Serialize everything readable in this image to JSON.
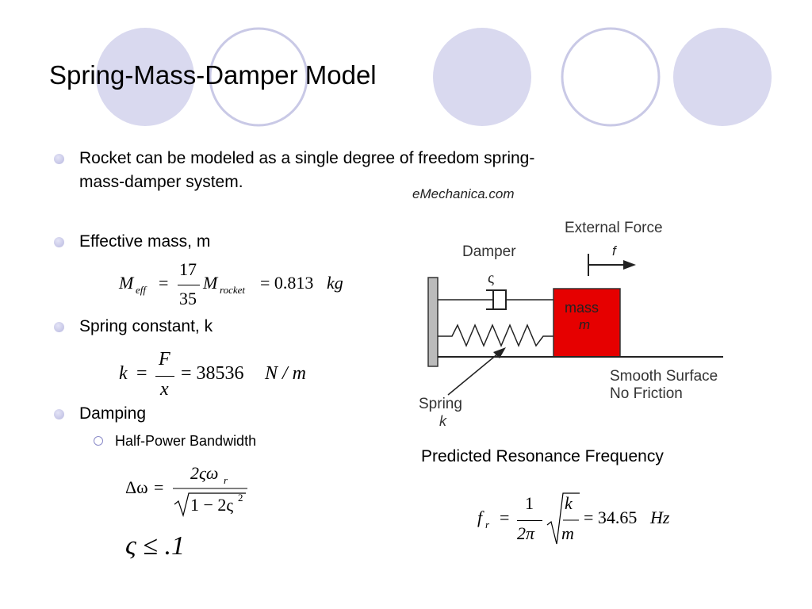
{
  "slide": {
    "title": "Spring-Mass-Damper Model",
    "bullets": [
      "Rocket can be modeled as a single degree of freedom spring-",
      "mass-damper system.",
      "Effective mass, m",
      "Spring constant, k",
      "Damping"
    ],
    "sub_bullet": "Half-Power Bandwidth",
    "caption": "Predicted Resonance Frequency"
  },
  "equations": {
    "meff": {
      "lhs": "M",
      "lhs_sub": "eff",
      "num": "17",
      "den": "35",
      "m": "M",
      "m_sub": "rocket",
      "rhs": "= 0.813",
      "unit": "kg"
    },
    "k": {
      "lhs": "k",
      "num": "F",
      "den": "x",
      "rhs": "= 38536",
      "unit": "N / m"
    },
    "dw": {
      "lhs": "Δω",
      "num": "2ςω",
      "num_sub": "r",
      "den": "1 − 2ς",
      "den_sup": "2"
    },
    "zeta": "ς ≤ .1",
    "fr": {
      "lhs": "f",
      "lhs_sub": "r",
      "num": "1",
      "den": "2π",
      "rad_num": "k",
      "rad_den": "m",
      "rhs": "= 34.65",
      "unit": "Hz"
    }
  },
  "diagram": {
    "watermark": "eMechanica.com",
    "external_force": "External Force",
    "force_symbol": "f",
    "damper": "Damper",
    "damper_symbol": "ς",
    "mass": "mass",
    "mass_symbol": "m",
    "surface_line1": "Smooth Surface",
    "surface_line2": "No Friction",
    "spring": "Spring",
    "spring_symbol": "k",
    "mass_color": "#e60000"
  },
  "theme": {
    "circle_fill": "#d9d9ef",
    "circle_stroke": "#c2c2e2"
  }
}
